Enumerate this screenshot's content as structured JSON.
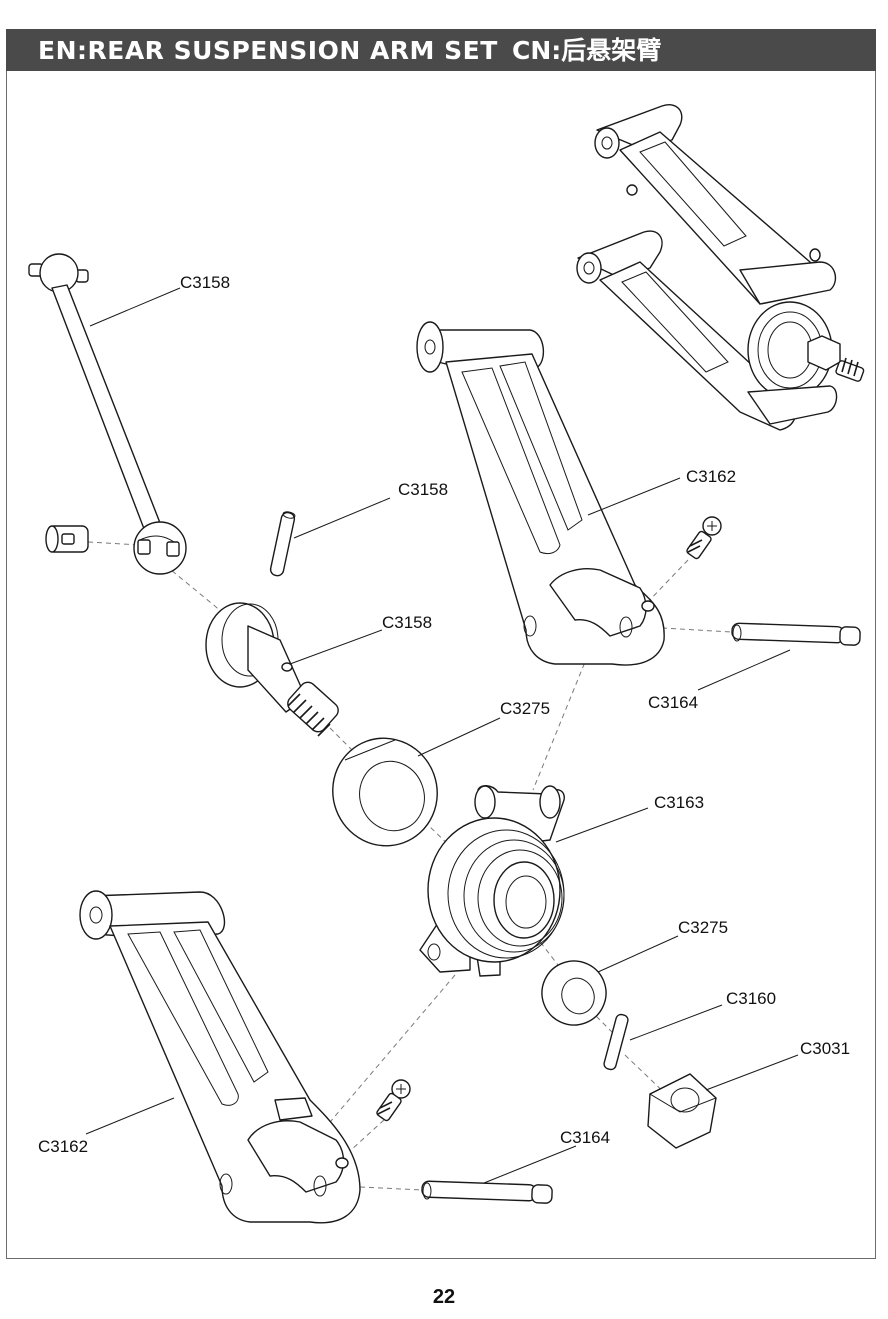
{
  "header": {
    "title_en": "EN:REAR SUSPENSION ARM SET",
    "title_cn": "CN:后悬架臂"
  },
  "callouts": [
    {
      "id": "c1",
      "text": "C3158"
    },
    {
      "id": "c2",
      "text": "C3158"
    },
    {
      "id": "c3",
      "text": "C3158"
    },
    {
      "id": "c4",
      "text": "C3162"
    },
    {
      "id": "c5",
      "text": "C3164"
    },
    {
      "id": "c6",
      "text": "C3275"
    },
    {
      "id": "c7",
      "text": "C3163"
    },
    {
      "id": "c8",
      "text": "C3275"
    },
    {
      "id": "c9",
      "text": "C3160"
    },
    {
      "id": "c10",
      "text": "C3031"
    },
    {
      "id": "c11",
      "text": "C3162"
    },
    {
      "id": "c12",
      "text": "C3164"
    }
  ],
  "footer": {
    "page_number": "22"
  },
  "icons": {
    "drive-shaft": "dogbone-with-ball-end",
    "axle": "threaded-stub-axle",
    "bearing": "ring-bearing",
    "hub-carrier": "rear-hub-carrier",
    "arm": "suspension-arm",
    "hinge-pin": "hinge-pin",
    "screw": "cap-screw",
    "pin": "roll-pin",
    "hex": "wheel-hex"
  }
}
